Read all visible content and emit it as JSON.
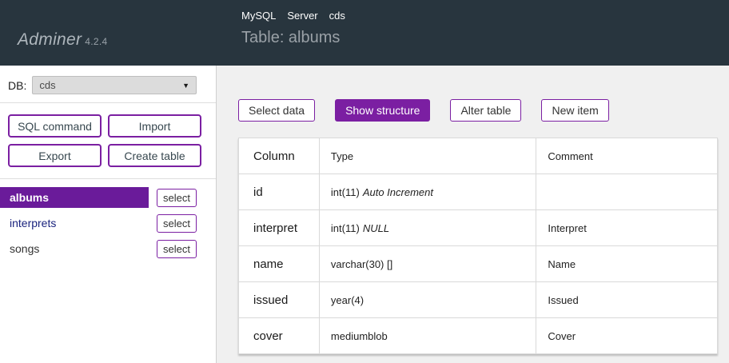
{
  "header": {
    "logo": "Adminer",
    "version": "4.2.4",
    "breadcrumb": {
      "0": "MySQL",
      "1": "Server",
      "2": "cds"
    },
    "title": "Table: albums"
  },
  "icons": {
    "dropdown_arrow": "▼"
  },
  "sidebar": {
    "db_label": "DB:",
    "db_selected": "cds",
    "actions": {
      "0": "SQL command",
      "1": "Import",
      "2": "Export",
      "3": "Create table"
    },
    "select_label": "select",
    "tables": {
      "0": {
        "name": "albums",
        "state": "selected"
      },
      "1": {
        "name": "interprets",
        "state": "visited-link"
      },
      "2": {
        "name": "songs",
        "state": "plain-link"
      }
    }
  },
  "main": {
    "tabs": {
      "0": {
        "label": "Select data",
        "active": false
      },
      "1": {
        "label": "Show structure",
        "active": true
      },
      "2": {
        "label": "Alter table",
        "active": false
      },
      "3": {
        "label": "New item",
        "active": false
      }
    },
    "structure_table": {
      "headers": {
        "column": "Column",
        "type": "Type",
        "comment": "Comment"
      },
      "rows": {
        "0": {
          "column": "id",
          "type": "int(11)",
          "type_note": "Auto Increment",
          "comment": ""
        },
        "1": {
          "column": "interpret",
          "type": "int(11)",
          "type_note": "NULL",
          "comment": "Interpret"
        },
        "2": {
          "column": "name",
          "type": "varchar(30) []",
          "type_note": "",
          "comment": "Name"
        },
        "3": {
          "column": "issued",
          "type": "year(4)",
          "type_note": "",
          "comment": "Issued"
        },
        "4": {
          "column": "cover",
          "type": "mediumblob",
          "type_note": "",
          "comment": "Cover"
        }
      }
    }
  },
  "colors": {
    "header_bg": "#28353e",
    "accent_purple": "#7b1fa2",
    "selected_table_bg": "#6a1b9a",
    "visited_link": "#1a237e",
    "main_bg": "#f0f0f0"
  }
}
